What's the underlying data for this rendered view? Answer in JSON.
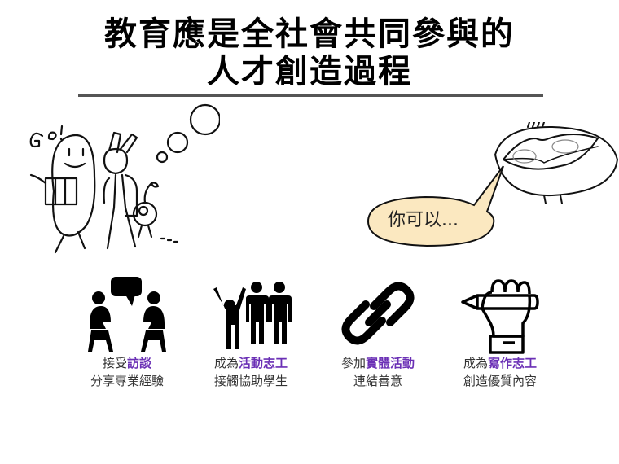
{
  "title": {
    "line1": "教育應是全社會共同參與的",
    "line2": "人才創造過程"
  },
  "illustration": {
    "left": "walking-characters-with-thought-bubbles",
    "right": "lips-in-circle",
    "speech_bubble_text": "你可以...",
    "speech_bubble_color": "#fbe8c0"
  },
  "accent_color": "#6a2fb5",
  "items": [
    {
      "icon": "interview-icon",
      "prefix": "接受",
      "highlight": "訪談",
      "suffix": "",
      "line2": "分享專業經驗"
    },
    {
      "icon": "volunteers-icon",
      "prefix": "成為",
      "highlight": "活動志工",
      "suffix": "",
      "line2": "接觸協助學生"
    },
    {
      "icon": "link-icon",
      "prefix": "參加",
      "highlight": "實體活動",
      "suffix": "",
      "line2": "連結善意"
    },
    {
      "icon": "hand-pencil-icon",
      "prefix": "成為",
      "highlight": "寫作志工",
      "suffix": "",
      "line2": "創造優質內容"
    }
  ]
}
